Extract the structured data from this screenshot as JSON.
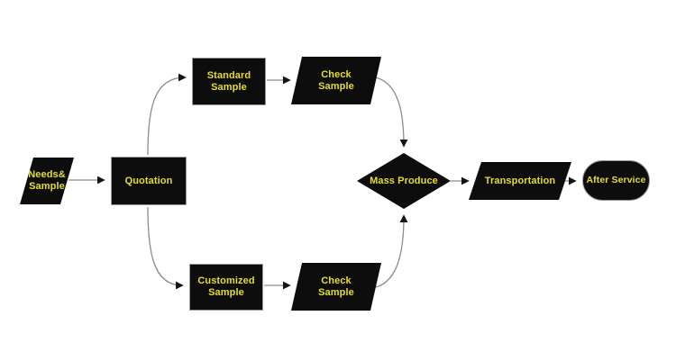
{
  "diagram": {
    "type": "flowchart",
    "colors": {
      "node_fill": "#0d0d0d",
      "label_text": "#e5dd32",
      "connector": "#8c8c8c",
      "arrowhead": "#141414",
      "background": "#ffffff"
    },
    "nodes": {
      "needs_sample": {
        "shape": "parallelogram",
        "line1": "Needs&",
        "line2": "Sample"
      },
      "quotation": {
        "shape": "rectangle",
        "line1": "Quotation"
      },
      "standard_sample": {
        "shape": "rectangle",
        "line1": "Standard",
        "line2": "Sample"
      },
      "check_sample_top": {
        "shape": "parallelogram",
        "line1": "Check",
        "line2": "Sample"
      },
      "customized_sample": {
        "shape": "rectangle",
        "line1": "Customized",
        "line2": "Sample"
      },
      "check_sample_bottom": {
        "shape": "parallelogram",
        "line1": "Check",
        "line2": "Sample"
      },
      "mass_produce": {
        "shape": "diamond",
        "line1": "Mass Produce"
      },
      "transportation": {
        "shape": "parallelogram",
        "line1": "Transportation"
      },
      "after_service": {
        "shape": "stadium",
        "line1": "After Service"
      }
    },
    "edges": [
      {
        "from": "needs_sample",
        "to": "quotation"
      },
      {
        "from": "quotation",
        "to": "standard_sample"
      },
      {
        "from": "standard_sample",
        "to": "check_sample_top"
      },
      {
        "from": "check_sample_top",
        "to": "mass_produce"
      },
      {
        "from": "quotation",
        "to": "customized_sample"
      },
      {
        "from": "customized_sample",
        "to": "check_sample_bottom"
      },
      {
        "from": "check_sample_bottom",
        "to": "mass_produce"
      },
      {
        "from": "mass_produce",
        "to": "transportation"
      },
      {
        "from": "transportation",
        "to": "after_service"
      }
    ]
  }
}
